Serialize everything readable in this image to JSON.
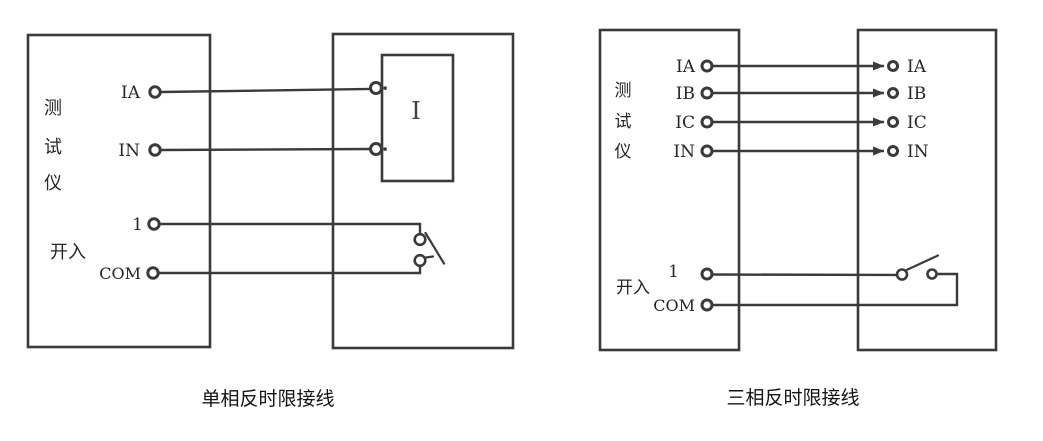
{
  "colors": {
    "background": "#ffffff",
    "line": "#3a3a3a",
    "label_text": "#262626",
    "caption_text": "#141414"
  },
  "single_phase": {
    "caption": "单相反时限接线",
    "tester_chars": [
      "测",
      "试",
      "仪"
    ],
    "binary_input_label": "开入",
    "terminals": {
      "ia": "IA",
      "in": "IN",
      "one": "1",
      "com": "COM"
    },
    "relay_label": "I"
  },
  "three_phase": {
    "caption": "三相反时限接线",
    "tester_chars": [
      "测",
      "试",
      "仪"
    ],
    "binary_input_label": "开入",
    "left_terminals": {
      "ia": "IA",
      "ib": "IB",
      "ic": "IC",
      "in": "IN",
      "one": "1",
      "com": "COM"
    },
    "right_terminals": {
      "ia": "IA",
      "ib": "IB",
      "ic": "IC",
      "in": "IN"
    }
  }
}
